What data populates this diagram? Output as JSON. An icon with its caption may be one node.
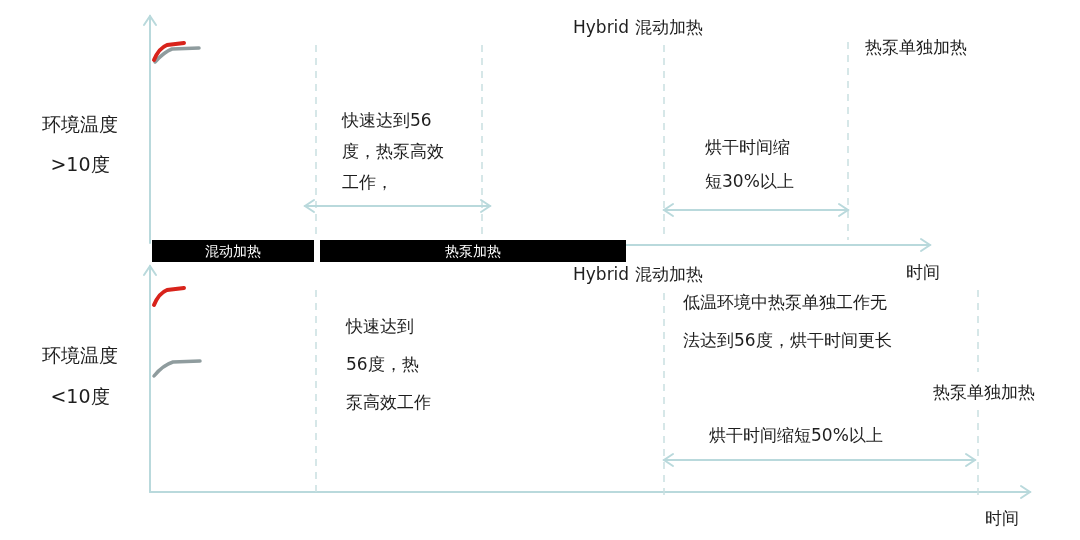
{
  "diagram": {
    "nodes": [
      {
        "text": [
          "混动加热"
        ]
      },
      {
        "text": [
          "热泵加热"
        ]
      }
    ],
    "labels": [
      "Hybrid 混动加热",
      "热泵单独加热",
      "环境温度>10度",
      "快速达到56度，热泵高效工作，",
      "烘干时间缩短30%以上",
      "Hybrid 混动加热",
      "时间",
      "低温环境中热泵单独工作无法达到56度，烘干时间更长",
      "快速达到56度，热泵高效工作",
      "环境温度<10度",
      "热泵单独加热",
      "烘干时间缩短50%以上",
      "时间"
    ]
  }
}
